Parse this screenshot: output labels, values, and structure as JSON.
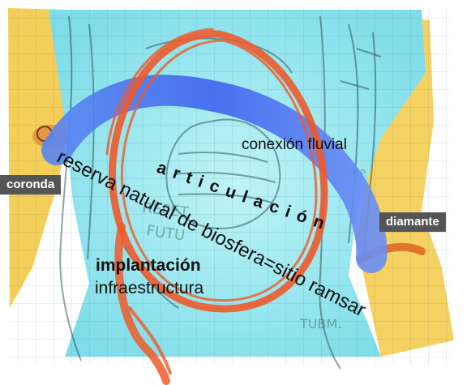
{
  "labels": {
    "coronda": "coronda",
    "diamante": "diamante",
    "conexion_fluvial": "conexión  fluvial",
    "articulacion": "articulación",
    "reserva": "reserva natural de biosfera=sitio ramsar",
    "implantacion": "implantación",
    "infraestructura": "infraestructura"
  },
  "colors": {
    "water": "#8fe4ee",
    "marsh": "#f2c63a",
    "river": "#3f6cf0",
    "loop": "#ee5a2a",
    "tag_bg": "#555555",
    "sketch": "#2d5a5a"
  },
  "icons": {
    "loop": "orange-hand-drawn-loop",
    "river": "blue-river-arc"
  }
}
